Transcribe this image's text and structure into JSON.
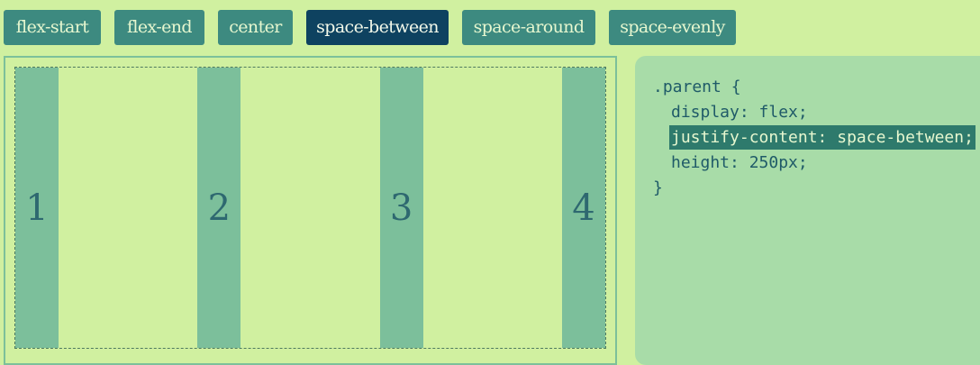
{
  "toolbar": {
    "buttons": [
      {
        "label": "flex-start",
        "active": false
      },
      {
        "label": "flex-end",
        "active": false
      },
      {
        "label": "center",
        "active": false
      },
      {
        "label": "space-between",
        "active": true
      },
      {
        "label": "space-around",
        "active": false
      },
      {
        "label": "space-evenly",
        "active": false
      }
    ]
  },
  "demo": {
    "children": [
      "1",
      "2",
      "3",
      "4"
    ]
  },
  "code": {
    "selector": ".parent {",
    "line_display": "display: flex;",
    "line_justify": "justify-content: space-between;",
    "line_height": "height: 250px;",
    "closing": "}"
  },
  "colors": {
    "background": "#d0f0a0",
    "button": "#3d8a80",
    "button_active": "#0e4260",
    "child": "#7cbf9b",
    "code_panel": "#a8dca8",
    "highlight": "#2e7a6c"
  }
}
